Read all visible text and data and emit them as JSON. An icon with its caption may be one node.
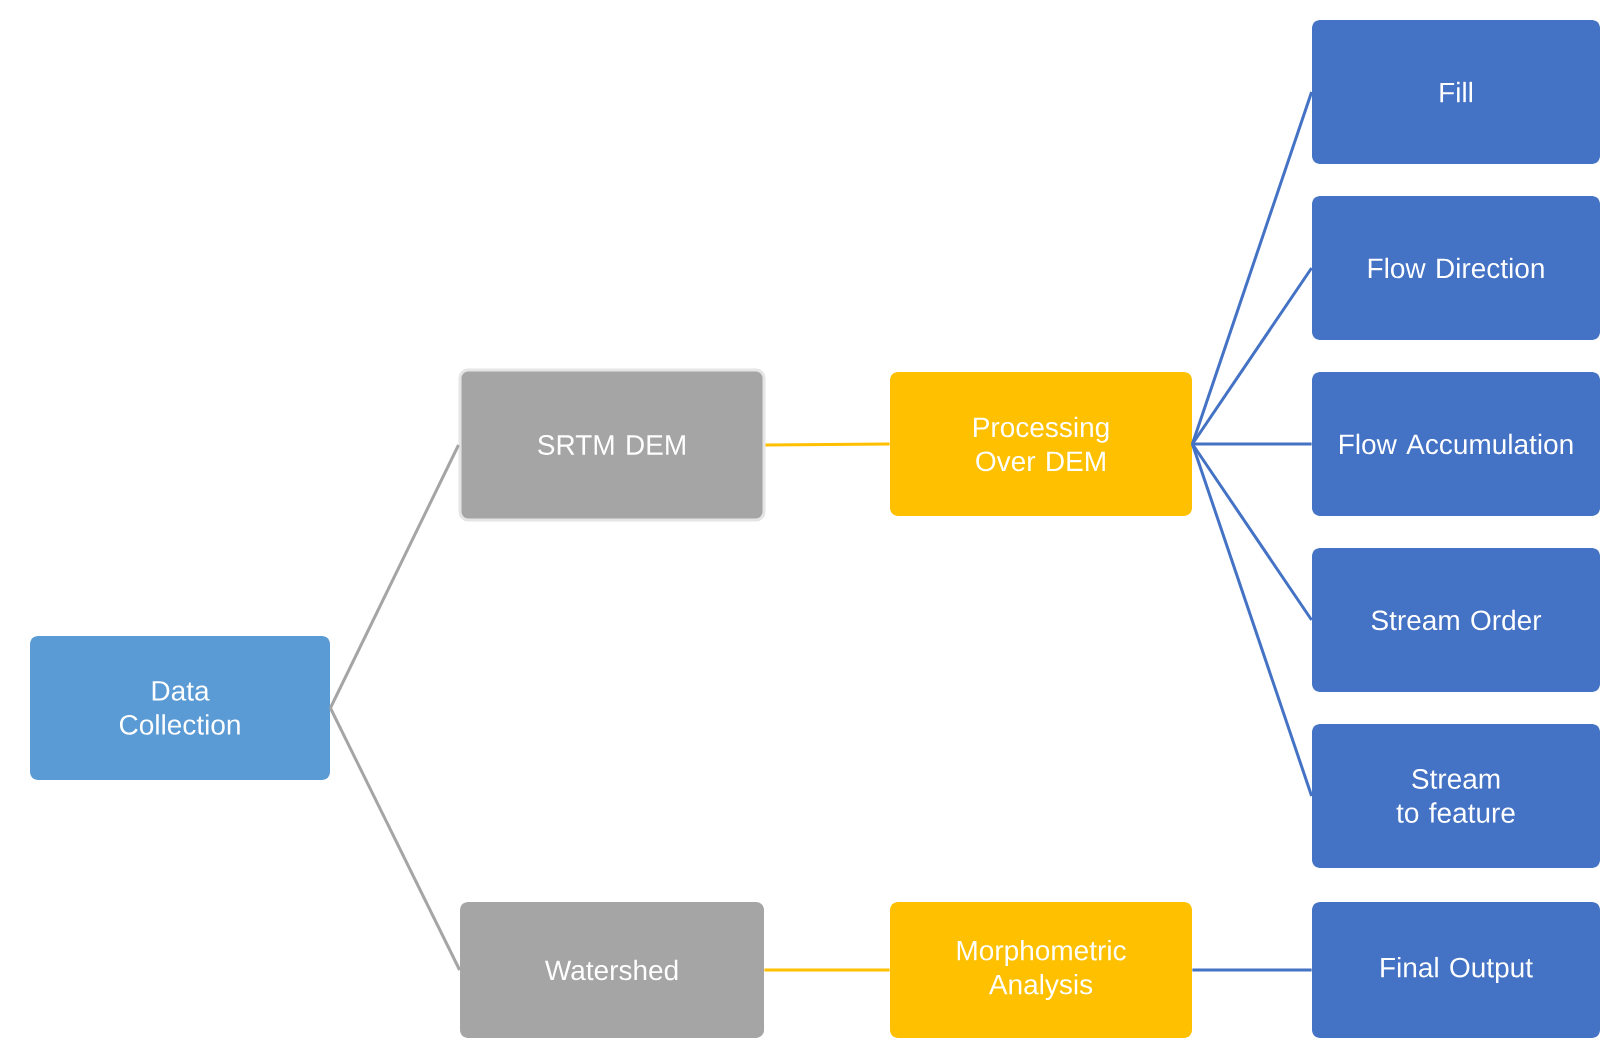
{
  "diagram": {
    "nodes": [
      {
        "text": [
          "Data Collection"
        ]
      },
      {
        "text": [
          "SRTM DEM"
        ]
      },
      {
        "text": [
          "Processing Over DEM"
        ]
      },
      {
        "text": [
          "Fill"
        ]
      },
      {
        "text": [
          "Flow Direction"
        ]
      },
      {
        "text": [
          "Flow Accumulation"
        ]
      },
      {
        "text": [
          "Stream Order"
        ]
      },
      {
        "text": [
          "Stream to feature"
        ]
      },
      {
        "text": [
          "Watershed"
        ]
      },
      {
        "text": [
          "Morphometric Analysis"
        ]
      },
      {
        "text": [
          "Final Output"
        ]
      }
    ],
    "edges": [
      {
        "from": 0,
        "to": 1,
        "arrow": "none",
        "color": "#a5a5a5"
      },
      {
        "from": 0,
        "to": 8,
        "arrow": "none",
        "color": "#a5a5a5"
      },
      {
        "from": 1,
        "to": 2,
        "arrow": "none",
        "color": "#ffc000"
      },
      {
        "from": 8,
        "to": 9,
        "arrow": "none",
        "color": "#ffc000"
      },
      {
        "from": 2,
        "to": 3,
        "arrow": "none"
      },
      {
        "from": 2,
        "to": 4,
        "arrow": "none"
      },
      {
        "from": 2,
        "to": 5,
        "arrow": "none"
      },
      {
        "from": 2,
        "to": 6,
        "arrow": "none"
      },
      {
        "from": 2,
        "to": 7,
        "arrow": "none"
      },
      {
        "from": 9,
        "to": 10,
        "arrow": "none"
      }
    ]
  }
}
